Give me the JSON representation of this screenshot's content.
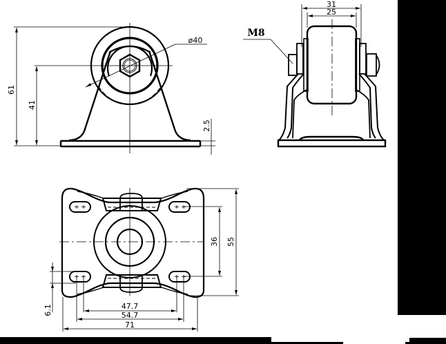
{
  "drawing": {
    "subject": "rigid caster wheel technical drawing",
    "views": {
      "front": {
        "dimensions": {
          "overall_height": "61",
          "axle_height": "41",
          "plate_thickness": "2.5",
          "wheel_diameter": "ø40"
        }
      },
      "side": {
        "dimensions": {
          "outer_width": "31",
          "wheel_width": "25",
          "bolt_callout": "M8"
        }
      },
      "top": {
        "dimensions": {
          "slot_width": "6.1",
          "inner_hole_spacing": "47.7",
          "outer_hole_spacing": "54.7",
          "plate_width": "71",
          "hole_spacing_vertical": "36",
          "plate_length": "55"
        }
      }
    },
    "colors": {
      "line": "#000000",
      "background": "#ffffff",
      "mask": "#000000"
    }
  }
}
